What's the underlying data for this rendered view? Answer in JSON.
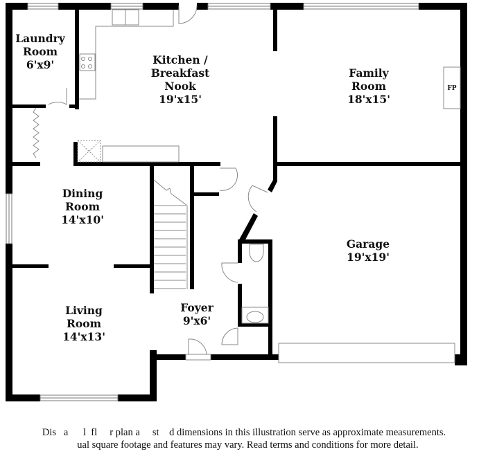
{
  "floorplan": {
    "rooms": [
      {
        "id": "laundry",
        "name_lines": [
          "Laundry",
          "Room"
        ],
        "size": "6'x9'"
      },
      {
        "id": "kitchen",
        "name_lines": [
          "Kitchen /",
          "Breakfast",
          "Nook"
        ],
        "size": "19'x15'"
      },
      {
        "id": "family",
        "name_lines": [
          "Family",
          "Room"
        ],
        "size": "18'x15'"
      },
      {
        "id": "dining",
        "name_lines": [
          "Dining",
          "Room"
        ],
        "size": "14'x10'"
      },
      {
        "id": "garage",
        "name_lines": [
          "Garage"
        ],
        "size": "19'x19'"
      },
      {
        "id": "living",
        "name_lines": [
          "Living",
          "Room"
        ],
        "size": "14'x13'"
      },
      {
        "id": "foyer",
        "name_lines": [
          "Foyer"
        ],
        "size": "9'x6'"
      }
    ],
    "fireplace_label": "FP"
  },
  "disclaimer": {
    "line1": "Dis   a      l  fl     r plan a     st    d dimensions in this illustration serve as approximate measurements.",
    "line2": "   ual square footage and features may vary. Read terms and conditions for more detail."
  },
  "colors": {
    "wall": "#000000",
    "fixture": "#888888",
    "background": "#ffffff"
  }
}
